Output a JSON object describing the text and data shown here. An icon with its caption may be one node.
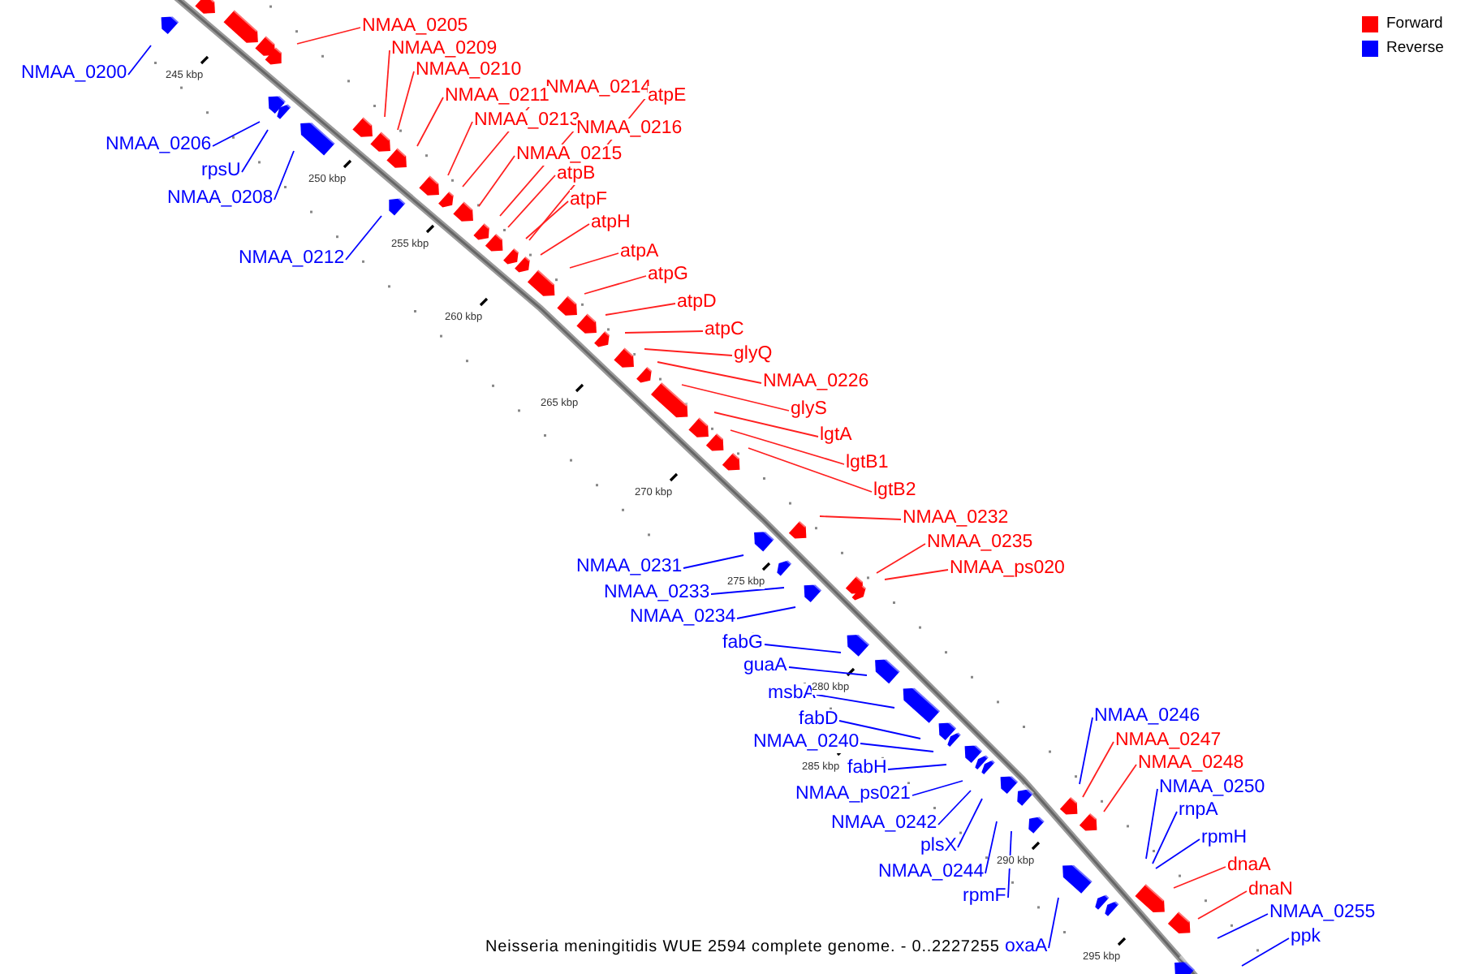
{
  "diagram": {
    "caption": "Neisseria meningitidis WUE 2594 complete genome. - 0..2227255",
    "nodes": [
      {
        "text": [
          "NMAA_0205"
        ]
      },
      {
        "text": [
          "NMAA_0209"
        ]
      },
      {
        "text": [
          "NMAA_0210"
        ]
      },
      {
        "text": [
          "NMAA_0200"
        ]
      },
      {
        "text": [
          "NMAA_0214"
        ]
      },
      {
        "text": [
          "NMAA_0211"
        ]
      },
      {
        "text": [
          "atpE"
        ]
      },
      {
        "text": [
          "NMAA_0213"
        ]
      },
      {
        "text": [
          "NMAA_0216"
        ]
      },
      {
        "text": [
          "NMAA_0206"
        ]
      },
      {
        "text": [
          "NMAA_0215"
        ]
      },
      {
        "text": [
          "rpsU"
        ]
      },
      {
        "text": [
          "atpB"
        ]
      },
      {
        "text": [
          "NMAA_0208"
        ]
      },
      {
        "text": [
          "atpF"
        ]
      },
      {
        "text": [
          "atpH"
        ]
      },
      {
        "text": [
          "atpA"
        ]
      },
      {
        "text": [
          "NMAA_0212"
        ]
      },
      {
        "text": [
          "atpG"
        ]
      },
      {
        "text": [
          "atpD"
        ]
      },
      {
        "text": [
          "atpC"
        ]
      },
      {
        "text": [
          "glyQ"
        ]
      },
      {
        "text": [
          "NMAA_0226"
        ]
      },
      {
        "text": [
          "glyS"
        ]
      },
      {
        "text": [
          "lgtA"
        ]
      },
      {
        "text": [
          "lgtB1"
        ]
      },
      {
        "text": [
          "lgtB2"
        ]
      },
      {
        "text": [
          "NMAA_0232"
        ]
      },
      {
        "text": [
          "NMAA_0235"
        ]
      },
      {
        "text": [
          "NMAA_0231"
        ]
      },
      {
        "text": [
          "NMAA_ps020"
        ]
      },
      {
        "text": [
          "NMAA_0233"
        ]
      },
      {
        "text": [
          "NMAA_0234"
        ]
      },
      {
        "text": [
          "fabG"
        ]
      },
      {
        "text": [
          "guaA"
        ]
      },
      {
        "text": [
          "msbA"
        ]
      },
      {
        "text": [
          "NMAA_0246"
        ]
      },
      {
        "text": [
          "fabD"
        ]
      },
      {
        "text": [
          "NMAA_0247"
        ]
      },
      {
        "text": [
          "NMAA_0240"
        ]
      },
      {
        "text": [
          "NMAA_0248"
        ]
      },
      {
        "text": [
          "fabH"
        ]
      },
      {
        "text": [
          "NMAA_0250"
        ]
      },
      {
        "text": [
          "NMAA_ps021"
        ]
      },
      {
        "text": [
          "rnpA"
        ]
      },
      {
        "text": [
          "NMAA_0242"
        ]
      },
      {
        "text": [
          "rpmH"
        ]
      },
      {
        "text": [
          "plsX"
        ]
      },
      {
        "text": [
          "dnaA"
        ]
      },
      {
        "text": [
          "NMAA_0244"
        ]
      },
      {
        "text": [
          "dnaN"
        ]
      },
      {
        "text": [
          "rpmF"
        ]
      },
      {
        "text": [
          "NMAA_0255"
        ]
      },
      {
        "text": [
          "ppk"
        ]
      },
      {
        "text": [
          "oxaA"
        ]
      }
    ],
    "edges": [
      {
        "from": 0,
        "to": null,
        "arrow": "none"
      },
      {
        "from": 1,
        "to": null,
        "arrow": "none"
      },
      {
        "from": 2,
        "to": null,
        "arrow": "none"
      },
      {
        "from": 3,
        "to": null,
        "arrow": "none",
        "color": "#0000ff"
      },
      {
        "from": 4,
        "to": null,
        "arrow": "none"
      },
      {
        "from": 5,
        "to": null,
        "arrow": "none"
      },
      {
        "from": 6,
        "to": null,
        "arrow": "none"
      },
      {
        "from": 7,
        "to": null,
        "arrow": "none"
      },
      {
        "from": 8,
        "to": null,
        "arrow": "none"
      },
      {
        "from": 9,
        "to": null,
        "arrow": "none",
        "color": "#0000ff"
      },
      {
        "from": 10,
        "to": null,
        "arrow": "none"
      },
      {
        "from": 11,
        "to": null,
        "arrow": "none",
        "color": "#0000ff"
      },
      {
        "from": 12,
        "to": null,
        "arrow": "none"
      },
      {
        "from": 13,
        "to": null,
        "arrow": "none",
        "color": "#0000ff"
      },
      {
        "from": 14,
        "to": null,
        "arrow": "none"
      },
      {
        "from": 15,
        "to": null,
        "arrow": "none"
      },
      {
        "from": 16,
        "to": null,
        "arrow": "none"
      },
      {
        "from": 17,
        "to": null,
        "arrow": "none",
        "color": "#0000ff"
      },
      {
        "from": 18,
        "to": null,
        "arrow": "none"
      },
      {
        "from": 19,
        "to": null,
        "arrow": "none"
      },
      {
        "from": 20,
        "to": null,
        "arrow": "none"
      },
      {
        "from": 21,
        "to": null,
        "arrow": "none"
      },
      {
        "from": 22,
        "to": null,
        "arrow": "none"
      },
      {
        "from": 23,
        "to": null,
        "arrow": "none"
      },
      {
        "from": 24,
        "to": null,
        "arrow": "none"
      },
      {
        "from": 25,
        "to": null,
        "arrow": "none"
      },
      {
        "from": 26,
        "to": null,
        "arrow": "none"
      },
      {
        "from": 27,
        "to": null,
        "arrow": "none"
      },
      {
        "from": 28,
        "to": null,
        "arrow": "none"
      },
      {
        "from": 29,
        "to": null,
        "arrow": "none",
        "color": "#0000ff"
      },
      {
        "from": 30,
        "to": null,
        "arrow": "none"
      },
      {
        "from": 31,
        "to": null,
        "arrow": "none",
        "color": "#0000ff"
      },
      {
        "from": 32,
        "to": null,
        "arrow": "none",
        "color": "#0000ff"
      },
      {
        "from": 33,
        "to": null,
        "arrow": "none",
        "color": "#0000ff"
      },
      {
        "from": 34,
        "to": null,
        "arrow": "none",
        "color": "#0000ff"
      },
      {
        "from": 35,
        "to": null,
        "arrow": "none",
        "color": "#0000ff"
      },
      {
        "from": 36,
        "to": null,
        "arrow": "none",
        "color": "#0000ff"
      },
      {
        "from": 37,
        "to": null,
        "arrow": "none",
        "color": "#0000ff"
      },
      {
        "from": 38,
        "to": null,
        "arrow": "none"
      },
      {
        "from": 39,
        "to": null,
        "arrow": "none",
        "color": "#0000ff"
      },
      {
        "from": 40,
        "to": null,
        "arrow": "none"
      },
      {
        "from": 41,
        "to": null,
        "arrow": "none",
        "color": "#0000ff"
      },
      {
        "from": 42,
        "to": null,
        "arrow": "none",
        "color": "#0000ff"
      },
      {
        "from": 43,
        "to": null,
        "arrow": "none",
        "color": "#0000ff"
      },
      {
        "from": 44,
        "to": null,
        "arrow": "none",
        "color": "#0000ff"
      },
      {
        "from": 45,
        "to": null,
        "arrow": "none",
        "color": "#0000ff"
      },
      {
        "from": 46,
        "to": null,
        "arrow": "none",
        "color": "#0000ff"
      },
      {
        "from": 47,
        "to": null,
        "arrow": "none",
        "color": "#0000ff"
      },
      {
        "from": 48,
        "to": null,
        "arrow": "none"
      },
      {
        "from": 49,
        "to": null,
        "arrow": "none",
        "color": "#0000ff"
      },
      {
        "from": 50,
        "to": null,
        "arrow": "none"
      },
      {
        "from": 51,
        "to": null,
        "arrow": "none",
        "color": "#0000ff"
      },
      {
        "from": 52,
        "to": null,
        "arrow": "none",
        "color": "#0000ff"
      },
      {
        "from": 53,
        "to": null,
        "arrow": "none",
        "color": "#0000ff"
      },
      {
        "from": 54,
        "to": null,
        "arrow": "none",
        "color": "#0000ff"
      }
    ],
    "labels": [
      "245 kbp",
      "250 kbp",
      "255 kbp",
      "260 kbp",
      "265 kbp",
      "270 kbp",
      "275 kbp",
      "280 kbp",
      "285 kbp",
      "290 kbp",
      "295 kbp"
    ],
    "legend": [
      {
        "text": "Forward",
        "color": "#ff0000"
      },
      {
        "text": "Reverse",
        "color": "#0000ff"
      }
    ]
  }
}
